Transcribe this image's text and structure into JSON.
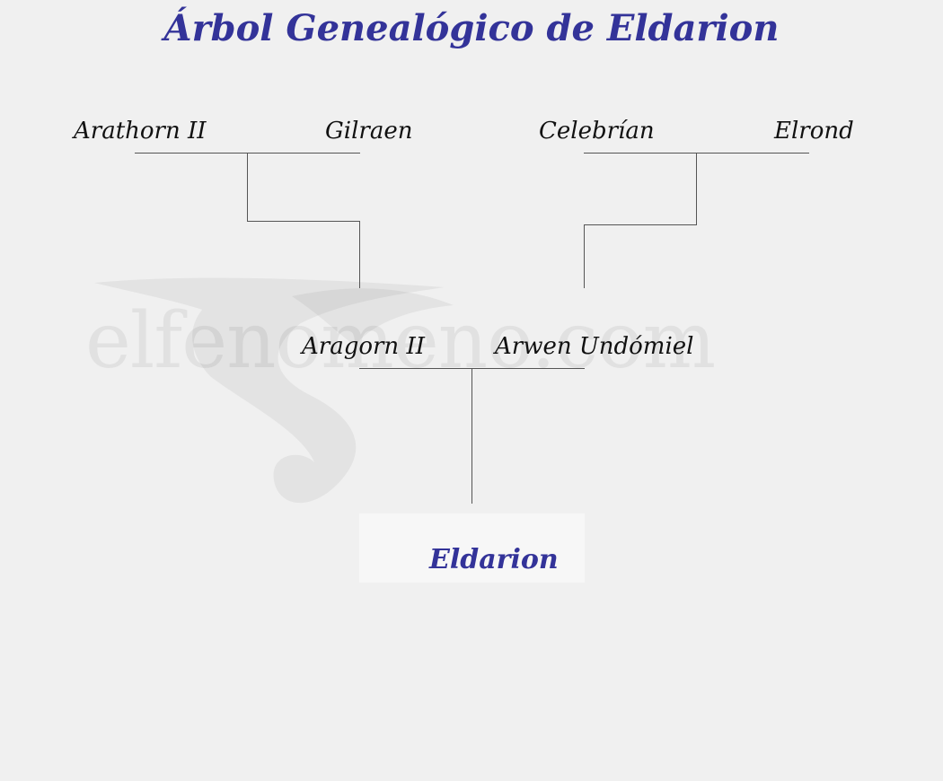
{
  "title": "Árbol Genealógico de Eldarion",
  "watermark": "elfenomeno.com",
  "grandparents_left": {
    "father": "Arathorn II",
    "mother": "Gilraen"
  },
  "grandparents_right": {
    "mother": "Celebrían",
    "father": "Elrond"
  },
  "parents": {
    "father": "Aragorn II",
    "mother": "Arwen Undómiel"
  },
  "child": "Eldarion",
  "colors": {
    "title": "#333399",
    "background": "#f0f0f0",
    "lines": "#555555",
    "child_box": "#f7f7f7"
  }
}
